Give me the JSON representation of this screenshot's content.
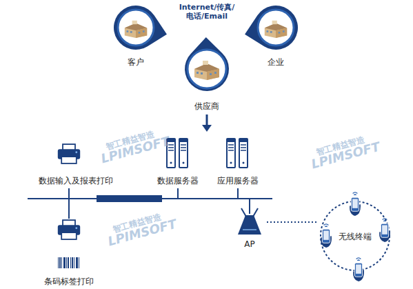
{
  "diagram": {
    "nodes": [
      {
        "text": [
          "客户"
        ]
      },
      {
        "text": [
          "企业"
        ]
      },
      {
        "text": [
          "供应商"
        ]
      },
      {
        "text": [
          "数据输入及报表打印"
        ]
      },
      {
        "text": [
          "数据服务器"
        ]
      },
      {
        "text": [
          "应用服务器"
        ]
      },
      {
        "text": [
          "条码标签打印"
        ]
      },
      {
        "text": [
          "AP"
        ]
      },
      {
        "text": [
          "无线终端"
        ]
      }
    ],
    "edges": [
      {
        "from": 7,
        "to": 8,
        "arrow": "none"
      }
    ],
    "labels": [
      "Internet/传真/ 电话/Email",
      "智工精益智造",
      "LPIMSOFT",
      "智工精益智造",
      "LPIMSOFT",
      "智工精益智造",
      "LPIMSOFT"
    ]
  }
}
